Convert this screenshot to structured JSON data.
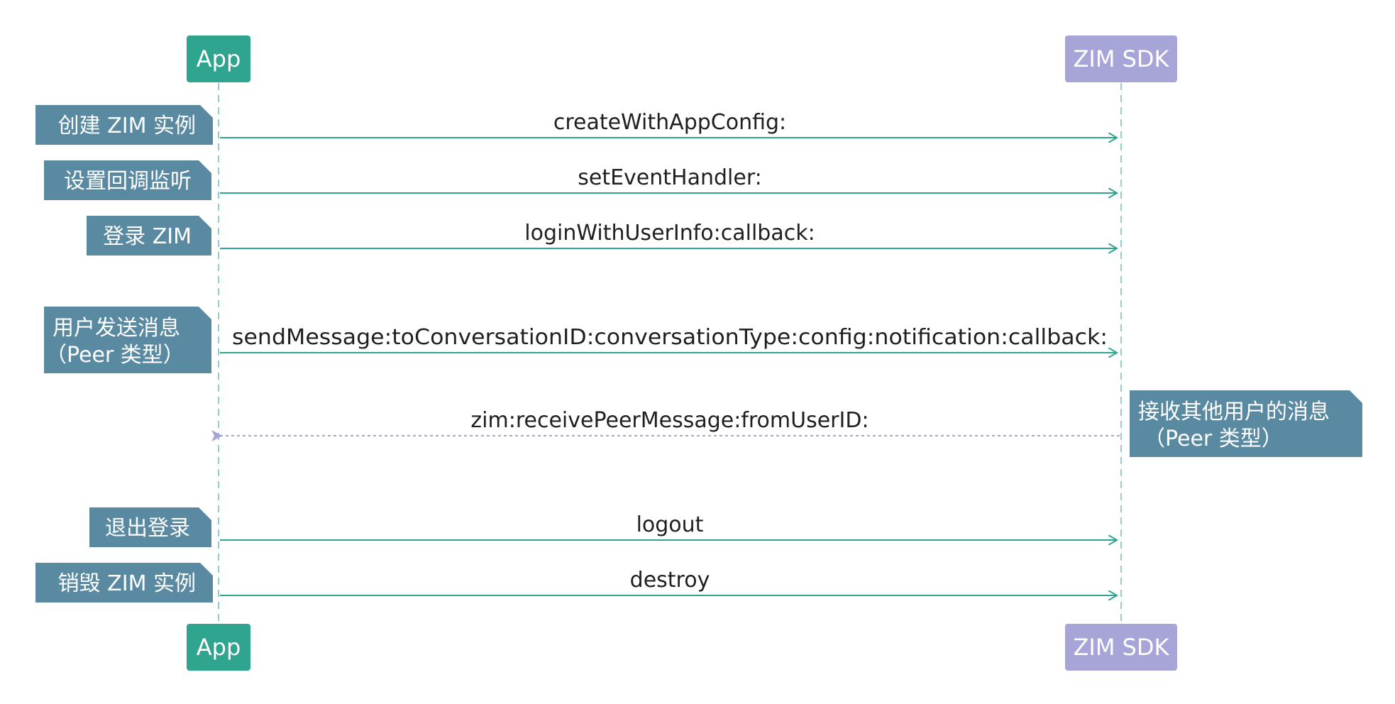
{
  "participants": {
    "app": {
      "label": "App",
      "color": "#2fa48f"
    },
    "sdk": {
      "label": "ZIM SDK",
      "color": "#a7a4d8"
    }
  },
  "colors": {
    "lifeline": "#8fd3c8",
    "arrow_solid": "#2fa48f",
    "arrow_dashed": "#a7a4d8",
    "note": "#5a8aa1"
  },
  "messages": [
    {
      "id": "create",
      "label": "createWithAppConfig:",
      "note": [
        "创建 ZIM 实例"
      ]
    },
    {
      "id": "handler",
      "label": "setEventHandler:",
      "note": [
        "设置回调监听"
      ]
    },
    {
      "id": "login",
      "label": "loginWithUserInfo:callback:",
      "note": [
        "登录 ZIM"
      ]
    },
    {
      "id": "send",
      "label": "sendMessage:toConversationID:conversationType:config:notification:callback:",
      "note": [
        "用户发送消息",
        "（Peer 类型）"
      ]
    },
    {
      "id": "receive",
      "label": "zim:receivePeerMessage:fromUserID:",
      "note": [
        "接收其他用户的消息",
        "（Peer 类型）"
      ]
    },
    {
      "id": "logout",
      "label": "logout",
      "note": [
        "退出登录"
      ]
    },
    {
      "id": "destroy",
      "label": "destroy",
      "note": [
        "销毁 ZIM 实例"
      ]
    }
  ]
}
